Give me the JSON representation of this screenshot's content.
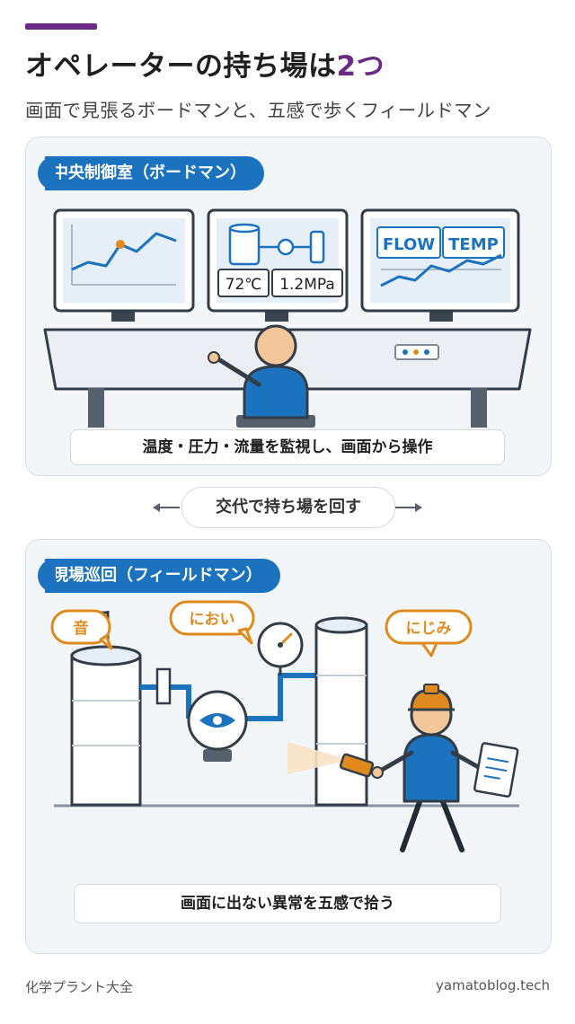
{
  "header": {
    "title_main": "オペレーターの持ち場は",
    "title_num": "2つ",
    "subtitle": "画面で見張るボードマンと、五感で歩くフィールドマン"
  },
  "board": {
    "tag": "中央制御室（ボードマン）",
    "monitor2": {
      "temp": "72℃",
      "pressure": "1.2MPa"
    },
    "monitor3": {
      "label1": "FLOW",
      "label2": "TEMP"
    },
    "caption": "温度・圧力・流量を監視し、画面から操作"
  },
  "rotation": {
    "label": "交代で持ち場を回す"
  },
  "field": {
    "tag": "現場巡回（フィールドマン）",
    "bubble_sound": "音",
    "bubble_smell": "におい",
    "bubble_leak": "にじみ",
    "caption": "画面に出ない異常を五感で拾う"
  },
  "footer": {
    "left": "化学プラント大全",
    "right": "yamatoblog.tech"
  },
  "colors": {
    "accent": "#6b2a86",
    "blue": "#1b72bf",
    "orange": "#e08a1e",
    "dark": "#333d48"
  }
}
